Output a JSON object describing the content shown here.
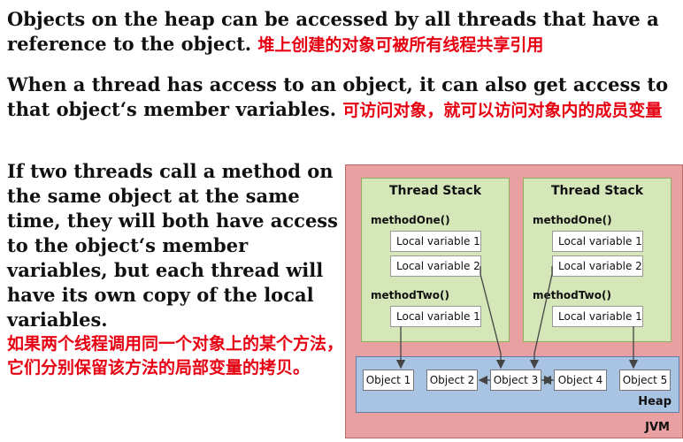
{
  "text": {
    "p1_en": "Objects on the heap can be accessed by all threads that have a reference to the object.",
    "p1_cn": "堆上创建的对象可被所有线程共享引用",
    "p2_en": "When a thread has access to an object, it can also get access to that object‘s member variables.",
    "p2_cn": "可访问对象，就可以访问对象内的成员变量",
    "p3_en": "If two threads call a method on the same object at the same time, they will both have access to the object‘s member variables, but each thread will have its own copy of the local variables.",
    "p3_cn": "如果两个线程调用同一个对象上的某个方法，它们分别保留该方法的局部变量的拷贝。"
  },
  "diagram": {
    "jvm_label": "JVM",
    "heap_label": "Heap",
    "stacks": [
      {
        "title": "Thread Stack",
        "method_one": "methodOne()",
        "method_one_vars": [
          "Local variable 1",
          "Local variable 2"
        ],
        "method_two": "methodTwo()",
        "method_two_vars": [
          "Local variable 1"
        ]
      },
      {
        "title": "Thread Stack",
        "method_one": "methodOne()",
        "method_one_vars": [
          "Local variable 1",
          "Local variable 2"
        ],
        "method_two": "methodTwo()",
        "method_two_vars": [
          "Local variable 1"
        ]
      }
    ],
    "objects": [
      "Object 1",
      "Object 2",
      "Object 3",
      "Object 4",
      "Object 5"
    ],
    "colors": {
      "jvm_bg": "#e8a0a0",
      "stack_bg": "#d5e6b8",
      "heap_bg": "#a9c3e3",
      "highlight_text": "#e60012"
    }
  }
}
